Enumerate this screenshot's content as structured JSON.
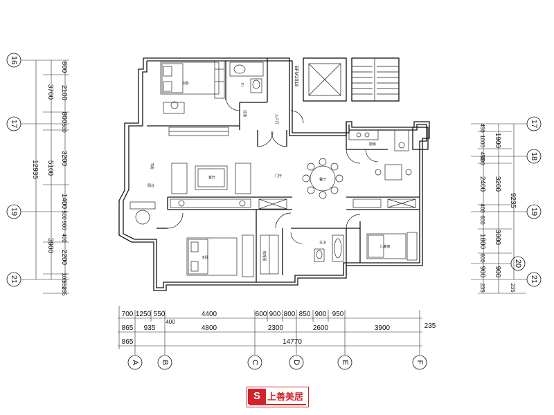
{
  "axes": {
    "left": [
      "16",
      "17",
      "19",
      "21"
    ],
    "right": [
      "17",
      "18",
      "19",
      "20",
      "21"
    ],
    "bottom": [
      "A",
      "B",
      "C",
      "D",
      "E",
      "F"
    ]
  },
  "left_dims": {
    "outer": [
      "12935"
    ],
    "middle": [
      "3700",
      "5100",
      "3900"
    ],
    "inner": [
      "800",
      "2100",
      "800",
      "3200",
      "1400",
      "2200"
    ],
    "small": [
      "500",
      "500",
      "900",
      "400",
      "100",
      "550",
      "235"
    ]
  },
  "right_dims": {
    "outer": [
      "9235"
    ],
    "middle": [
      "1900",
      "3200",
      "3000",
      "900"
    ],
    "inner": [
      "1000",
      "2400",
      "1800",
      "900"
    ],
    "small": [
      "450",
      "450",
      "400",
      "400",
      "600",
      "600",
      "235",
      "235"
    ]
  },
  "bottom_dims": {
    "row1": [
      "700",
      "1250",
      "550",
      "4400",
      "600",
      "900",
      "800",
      "850",
      "900",
      "950"
    ],
    "row1_extra": "400",
    "row2": [
      "865",
      "935",
      "4800",
      "2300",
      "2600",
      "3900"
    ],
    "row2_extra": "235",
    "row3": [
      "865",
      "14770"
    ]
  },
  "rooms": {
    "bedroom_top": "次卧",
    "bath_top": "卫",
    "corridor": "过道",
    "living": "客厅",
    "dining": "餐厅",
    "kitchen": "厨房",
    "entry": "门厅",
    "master_bedroom": "主卧",
    "child_bedroom": "儿童房",
    "closet": "衣帽间",
    "study": "书房",
    "balcony": "阳台",
    "main_bath": "主卫",
    "lift_label": "BFM1018",
    "door_label": "入户门"
  },
  "logo": {
    "mark": "S",
    "name": "上善美居"
  }
}
